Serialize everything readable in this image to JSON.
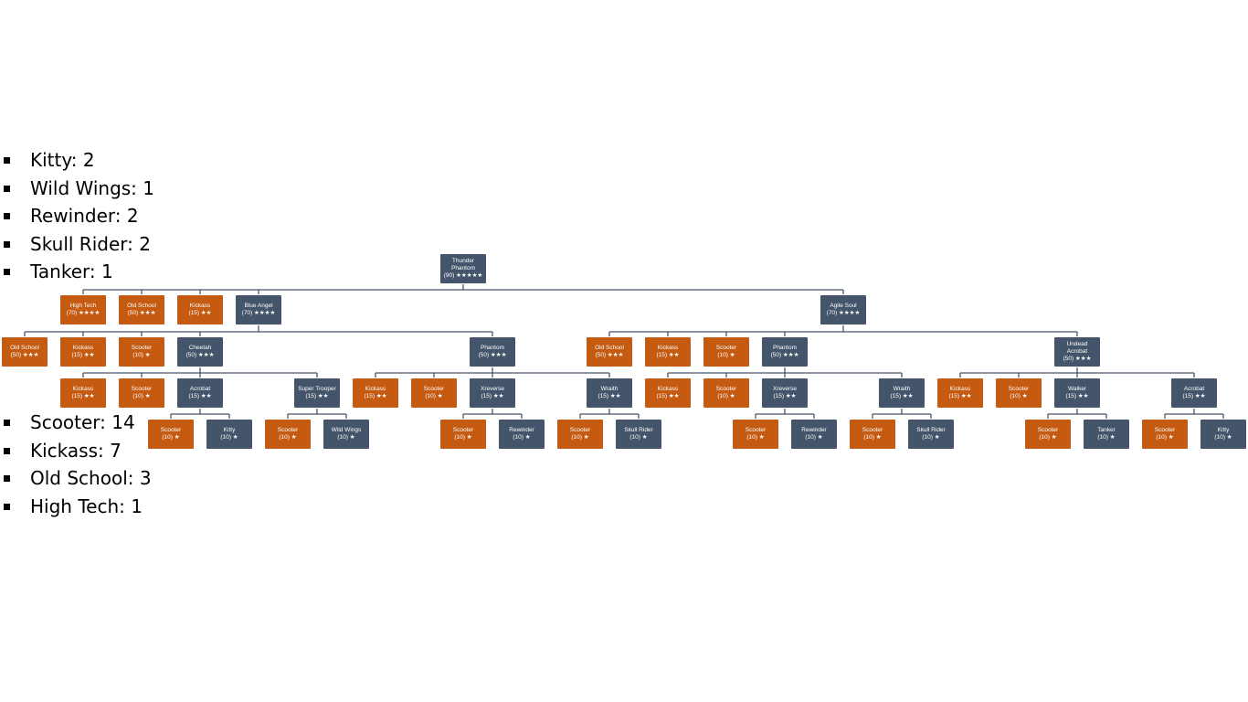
{
  "colors": {
    "orange": "#C55A11",
    "slate": "#44546A",
    "line": "#44546A"
  },
  "list_top": [
    {
      "label": "Kitty: 2"
    },
    {
      "label": "Wild Wings: 1"
    },
    {
      "label": "Rewinder: 2"
    },
    {
      "label": "Skull Rider: 2"
    },
    {
      "label": "Tanker: 1"
    }
  ],
  "list_bottom": [
    {
      "label": "Scooter: 14"
    },
    {
      "label": "Kickass: 7"
    },
    {
      "label": "Old School: 3"
    },
    {
      "label": "High Tech: 1"
    }
  ],
  "tree": {
    "name": "Thunder Phantom",
    "score": "(90)",
    "stars": "★★★★★",
    "type": "slate",
    "children": [
      {
        "name": "High Tech",
        "score": "(70)",
        "stars": "★★★★",
        "type": "orange"
      },
      {
        "name": "Old School",
        "score": "(50)",
        "stars": "★★★",
        "type": "orange"
      },
      {
        "name": "Kickass",
        "score": "(15)",
        "stars": "★★",
        "type": "orange"
      },
      {
        "name": "Blue Angel",
        "score": "(70)",
        "stars": "★★★★",
        "type": "slate",
        "children": [
          {
            "name": "Old School",
            "score": "(50)",
            "stars": "★★★",
            "type": "orange"
          },
          {
            "name": "Kickass",
            "score": "(15)",
            "stars": "★★",
            "type": "orange"
          },
          {
            "name": "Scooter",
            "score": "(10)",
            "stars": "★",
            "type": "orange"
          },
          {
            "name": "Cheetah",
            "score": "(50)",
            "stars": "★★★",
            "type": "slate",
            "children": [
              {
                "name": "Kickass",
                "score": "(15)",
                "stars": "★★",
                "type": "orange"
              },
              {
                "name": "Scooter",
                "score": "(10)",
                "stars": "★",
                "type": "orange"
              },
              {
                "name": "Acrobat",
                "score": "(15)",
                "stars": "★★",
                "type": "slate",
                "children": [
                  {
                    "name": "Scooter",
                    "score": "(10)",
                    "stars": "★",
                    "type": "orange"
                  },
                  {
                    "name": "Kitty",
                    "score": "(10)",
                    "stars": "★",
                    "type": "slate"
                  }
                ]
              },
              {
                "name": "Super Trooper",
                "score": "(15)",
                "stars": "★★",
                "type": "slate",
                "children": [
                  {
                    "name": "Scooter",
                    "score": "(10)",
                    "stars": "★",
                    "type": "orange"
                  },
                  {
                    "name": "Wild Wings",
                    "score": "(10)",
                    "stars": "★",
                    "type": "slate"
                  }
                ]
              }
            ]
          },
          {
            "name": "Phantom",
            "score": "(50)",
            "stars": "★★★",
            "type": "slate",
            "children": [
              {
                "name": "Kickass",
                "score": "(15)",
                "stars": "★★",
                "type": "orange"
              },
              {
                "name": "Scooter",
                "score": "(10)",
                "stars": "★",
                "type": "orange"
              },
              {
                "name": "Xreverse",
                "score": "(15)",
                "stars": "★★",
                "type": "slate",
                "children": [
                  {
                    "name": "Scooter",
                    "score": "(10)",
                    "stars": "★",
                    "type": "orange"
                  },
                  {
                    "name": "Rewinder",
                    "score": "(10)",
                    "stars": "★",
                    "type": "slate"
                  }
                ]
              },
              {
                "name": "Wraith",
                "score": "(15)",
                "stars": "★★",
                "type": "slate",
                "children": [
                  {
                    "name": "Scooter",
                    "score": "(10)",
                    "stars": "★",
                    "type": "orange"
                  },
                  {
                    "name": "Skull Rider",
                    "score": "(10)",
                    "stars": "★",
                    "type": "slate"
                  }
                ]
              }
            ]
          }
        ]
      },
      {
        "name": "Agile Soul",
        "score": "(70)",
        "stars": "★★★★",
        "type": "slate",
        "children": [
          {
            "name": "Old School",
            "score": "(50)",
            "stars": "★★★",
            "type": "orange"
          },
          {
            "name": "Kickass",
            "score": "(15)",
            "stars": "★★",
            "type": "orange"
          },
          {
            "name": "Scooter",
            "score": "(10)",
            "stars": "★",
            "type": "orange"
          },
          {
            "name": "Phantom",
            "score": "(50)",
            "stars": "★★★",
            "type": "slate",
            "children": [
              {
                "name": "Kickass",
                "score": "(15)",
                "stars": "★★",
                "type": "orange"
              },
              {
                "name": "Scooter",
                "score": "(10)",
                "stars": "★",
                "type": "orange"
              },
              {
                "name": "Xreverse",
                "score": "(15)",
                "stars": "★★",
                "type": "slate",
                "children": [
                  {
                    "name": "Scooter",
                    "score": "(10)",
                    "stars": "★",
                    "type": "orange"
                  },
                  {
                    "name": "Rewinder",
                    "score": "(10)",
                    "stars": "★",
                    "type": "slate"
                  }
                ]
              },
              {
                "name": "Wraith",
                "score": "(15)",
                "stars": "★★",
                "type": "slate",
                "children": [
                  {
                    "name": "Scooter",
                    "score": "(10)",
                    "stars": "★",
                    "type": "orange"
                  },
                  {
                    "name": "Skull Rider",
                    "score": "(10)",
                    "stars": "★",
                    "type": "slate"
                  }
                ]
              }
            ]
          },
          {
            "name": "Undead Acrobat",
            "score": "(50)",
            "stars": "★★★",
            "type": "slate",
            "children": [
              {
                "name": "Kickass",
                "score": "(15)",
                "stars": "★★",
                "type": "orange"
              },
              {
                "name": "Scooter",
                "score": "(10)",
                "stars": "★",
                "type": "orange"
              },
              {
                "name": "Walker",
                "score": "(15)",
                "stars": "★★",
                "type": "slate",
                "children": [
                  {
                    "name": "Scooter",
                    "score": "(10)",
                    "stars": "★",
                    "type": "orange"
                  },
                  {
                    "name": "Tanker",
                    "score": "(10)",
                    "stars": "★",
                    "type": "slate"
                  }
                ]
              },
              {
                "name": "Acrobat",
                "score": "(15)",
                "stars": "★★",
                "type": "slate",
                "children": [
                  {
                    "name": "Scooter",
                    "score": "(10)",
                    "stars": "★",
                    "type": "orange"
                  },
                  {
                    "name": "Kitty",
                    "score": "(10)",
                    "stars": "★",
                    "type": "slate"
                  }
                ]
              }
            ]
          }
        ]
      }
    ]
  }
}
